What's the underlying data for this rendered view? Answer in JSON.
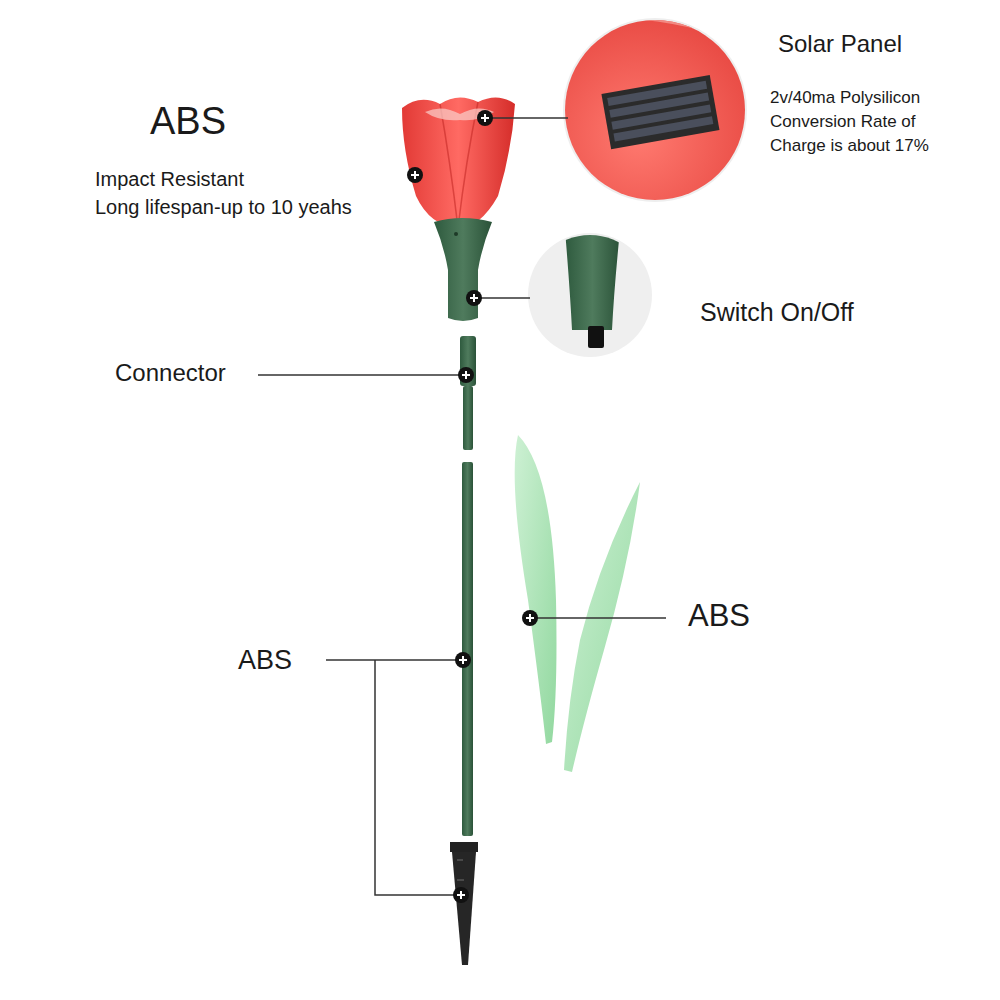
{
  "diagram": {
    "labels": [
      "ABS",
      "Impact Resistant",
      "Long lifespan-up to 10 yeahs",
      "Solar Panel",
      "2v/40ma Polysilicon Conversion Rate of Charge is about 17%",
      "Switch On/Off",
      "Connector",
      "ABS",
      "ABS"
    ]
  }
}
